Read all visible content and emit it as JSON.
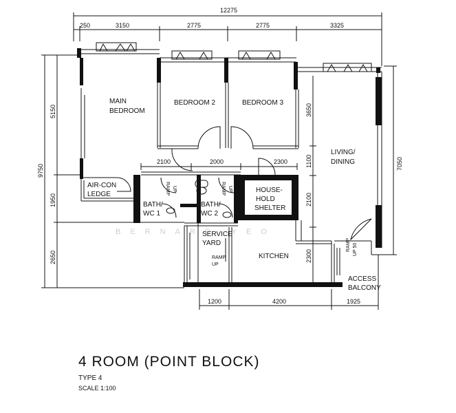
{
  "plan": {
    "title": "4 ROOM (POINT BLOCK)",
    "type": "TYPE 4",
    "scale": "SCALE  1:100",
    "watermark": "BERNARD YEO",
    "dims": {
      "overall": "12275",
      "top": [
        "250",
        "3150",
        "2775",
        "2775",
        "3325"
      ],
      "left_total": "9750",
      "left": [
        "5150",
        "1950",
        "2650"
      ],
      "right": "7050",
      "inner_h": [
        "2100",
        "2000",
        "2300"
      ],
      "inner_v": [
        "3650",
        "1100",
        "2100",
        "2300"
      ],
      "bottom": [
        "1200",
        "4200",
        "1925"
      ]
    },
    "rooms": {
      "main_bedroom": [
        "MAIN",
        "BEDROOM"
      ],
      "bedroom2": "BEDROOM 2",
      "bedroom3": "BEDROOM 3",
      "living": [
        "LIVING/",
        "DINING"
      ],
      "aircon": [
        "AIR-CON",
        "LEDGE"
      ],
      "bath1": [
        "BATH/",
        "WC 1"
      ],
      "bath2": [
        "BATH/",
        "WC 2"
      ],
      "shelter": [
        "HOUSE-",
        "HOLD",
        "SHELTER"
      ],
      "service": [
        "SERVICE",
        "YARD"
      ],
      "kitchen": "KITCHEN",
      "access": [
        "ACCESS",
        "BALCONY"
      ],
      "ramp_up": [
        "RAMP",
        "UP"
      ],
      "ramp_up_50": [
        "RAMP",
        "UP 50"
      ]
    }
  }
}
